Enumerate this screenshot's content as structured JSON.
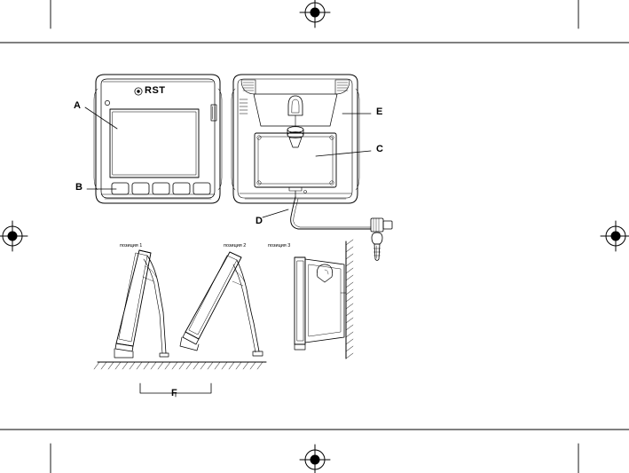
{
  "page": {
    "title": "Device installation diagram",
    "background_color": "#ffffff",
    "line_color": "#000000"
  },
  "registration_marks": {
    "name": "printer-registration-target",
    "count": 4,
    "positions": [
      "top-center",
      "left-middle",
      "right-middle",
      "bottom-center"
    ]
  },
  "trim_marks": {
    "name": "crop-marks",
    "corners": [
      "top-left",
      "top-right",
      "bottom-left",
      "bottom-right"
    ]
  },
  "device": {
    "brand_logo": "RST",
    "front_view": {
      "name": "front-view",
      "callouts": [
        {
          "id": "A",
          "label": "A",
          "target": "lcd-display"
        },
        {
          "id": "B",
          "label": "B",
          "target": "front-buttons"
        }
      ]
    },
    "back_view": {
      "name": "back-view",
      "callouts": [
        {
          "id": "E",
          "label": "E",
          "target": "wall-mount-hole"
        },
        {
          "id": "C",
          "label": "C",
          "target": "battery-compartment"
        },
        {
          "id": "D",
          "label": "D",
          "target": "sensor-cable"
        }
      ]
    }
  },
  "positions": {
    "items": [
      {
        "label": "позиция 1",
        "name": "position-1-view"
      },
      {
        "label": "позиция 2",
        "name": "position-2-view"
      },
      {
        "label": "позиция 3",
        "name": "position-3-view"
      }
    ],
    "callouts": [
      {
        "id": "F",
        "label": "F",
        "target": "table-surface"
      }
    ]
  },
  "accessory": {
    "name": "screw-and-anchor",
    "label": ""
  }
}
